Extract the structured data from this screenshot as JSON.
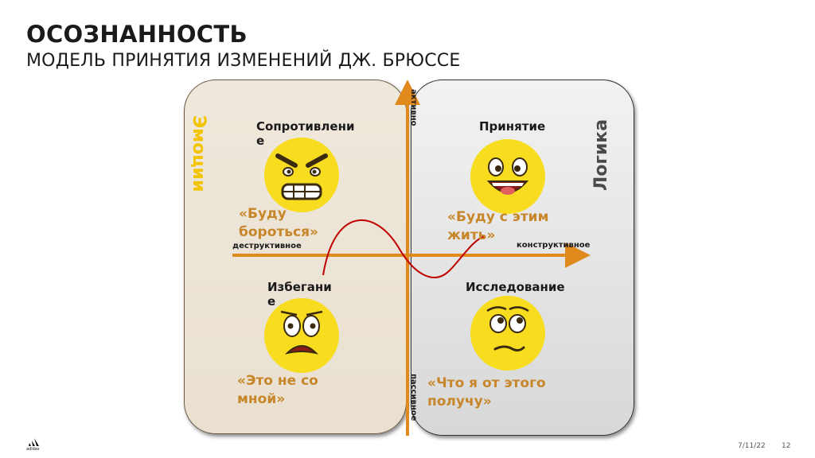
{
  "slide": {
    "title": "ОСОЗНАННОСТЬ",
    "subtitle": "МОДЕЛЬ ПРИНЯТИЯ ИЗМЕНЕНИЙ  ДЖ. БРЮССЕ"
  },
  "panels": {
    "left_vertical": "Эмоции",
    "right_vertical": "Логика"
  },
  "axes": {
    "top": "активно",
    "bottom": "пассивное",
    "left": "деструктивное",
    "right": "конструктивное"
  },
  "quadrants": {
    "top_left": {
      "label": "Сопротивление",
      "quote": "«Буду бороться»",
      "icon": "angry-face-icon"
    },
    "top_right": {
      "label": "Принятие",
      "quote": "«Буду с этим жить»",
      "icon": "laughing-face-icon"
    },
    "bottom_left": {
      "label": "Избегание",
      "quote": "«Это не со мной»",
      "icon": "scared-face-icon"
    },
    "bottom_right": {
      "label": "Исследование",
      "quote": "«Что я от этого получу»",
      "icon": "thinking-face-icon"
    }
  },
  "footer": {
    "date": "7/11/22",
    "page": "12",
    "logo": "adidas"
  },
  "colors": {
    "axis": "#e08a1e",
    "curve": "#c00000",
    "face": "#f7dc1f",
    "quote": "#c8862a",
    "accent_text": "#f3c400"
  }
}
